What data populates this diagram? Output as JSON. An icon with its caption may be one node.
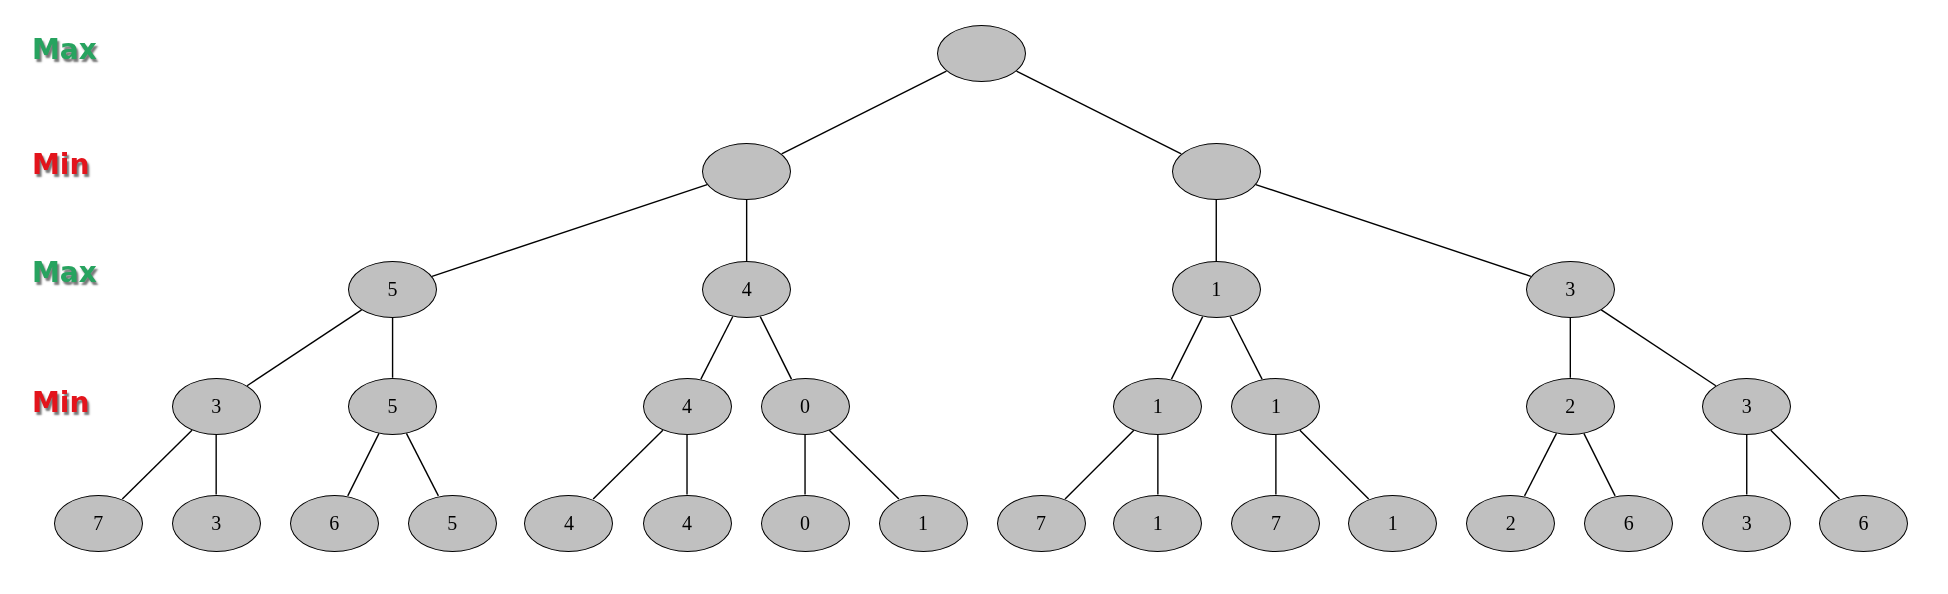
{
  "diagram": {
    "nodes": [
      {
        "text": [],
        "shape": "ellipse"
      },
      {
        "text": [],
        "shape": "ellipse"
      },
      {
        "text": [],
        "shape": "ellipse"
      },
      {
        "text": [
          "5"
        ]
      },
      {
        "text": [
          "4"
        ]
      },
      {
        "text": [
          "1"
        ]
      },
      {
        "text": [
          "3"
        ]
      },
      {
        "text": [
          "3"
        ]
      },
      {
        "text": [
          "5"
        ]
      },
      {
        "text": [
          "4"
        ]
      },
      {
        "text": [
          "0"
        ]
      },
      {
        "text": [
          "1"
        ]
      },
      {
        "text": [
          "1"
        ]
      },
      {
        "text": [
          "2"
        ]
      },
      {
        "text": [
          "3"
        ]
      },
      {
        "text": [
          "7"
        ]
      },
      {
        "text": [
          "3"
        ]
      },
      {
        "text": [
          "6"
        ]
      },
      {
        "text": [
          "5"
        ]
      },
      {
        "text": [
          "4"
        ]
      },
      {
        "text": [
          "4"
        ]
      },
      {
        "text": [
          "0"
        ]
      },
      {
        "text": [
          "1"
        ]
      },
      {
        "text": [
          "7"
        ]
      },
      {
        "text": [
          "1"
        ]
      },
      {
        "text": [
          "7"
        ]
      },
      {
        "text": [
          "1"
        ]
      },
      {
        "text": [
          "2"
        ]
      },
      {
        "text": [
          "6"
        ]
      },
      {
        "text": [
          "3"
        ]
      },
      {
        "text": [
          "6"
        ]
      }
    ],
    "edges": [
      {
        "from": 0,
        "to": 1,
        "arrow": "none"
      },
      {
        "from": 0,
        "to": 2,
        "arrow": "none"
      },
      {
        "from": 1,
        "to": 3,
        "arrow": "none"
      },
      {
        "from": 1,
        "to": 4,
        "arrow": "none"
      },
      {
        "from": 2,
        "to": 5,
        "arrow": "none"
      },
      {
        "from": 2,
        "to": 6,
        "arrow": "none"
      },
      {
        "from": 3,
        "to": 7,
        "arrow": "none"
      },
      {
        "from": 3,
        "to": 8,
        "arrow": "none"
      },
      {
        "from": 4,
        "to": 9,
        "arrow": "none"
      },
      {
        "from": 4,
        "to": 10,
        "arrow": "none"
      },
      {
        "from": 5,
        "to": 11,
        "arrow": "none"
      },
      {
        "from": 5,
        "to": 12,
        "arrow": "none"
      },
      {
        "from": 6,
        "to": 13,
        "arrow": "none"
      },
      {
        "from": 6,
        "to": 14,
        "arrow": "none"
      },
      {
        "from": 7,
        "to": 15,
        "arrow": "none"
      },
      {
        "from": 7,
        "to": 16,
        "arrow": "none"
      },
      {
        "from": 8,
        "to": 17,
        "arrow": "none"
      },
      {
        "from": 8,
        "to": 18,
        "arrow": "none"
      },
      {
        "from": 9,
        "to": 19,
        "arrow": "none"
      },
      {
        "from": 9,
        "to": 20,
        "arrow": "none"
      },
      {
        "from": 10,
        "to": 21,
        "arrow": "none"
      },
      {
        "from": 10,
        "to": 22,
        "arrow": "none"
      },
      {
        "from": 11,
        "to": 23,
        "arrow": "none"
      },
      {
        "from": 11,
        "to": 24,
        "arrow": "none"
      },
      {
        "from": 12,
        "to": 25,
        "arrow": "none"
      },
      {
        "from": 12,
        "to": 26,
        "arrow": "none"
      },
      {
        "from": 13,
        "to": 27,
        "arrow": "none"
      },
      {
        "from": 13,
        "to": 28,
        "arrow": "none"
      },
      {
        "from": 14,
        "to": 29,
        "arrow": "none"
      },
      {
        "from": 14,
        "to": 30,
        "arrow": "none"
      }
    ],
    "labels": [
      "Max",
      "Min",
      "Max",
      "Min"
    ]
  }
}
